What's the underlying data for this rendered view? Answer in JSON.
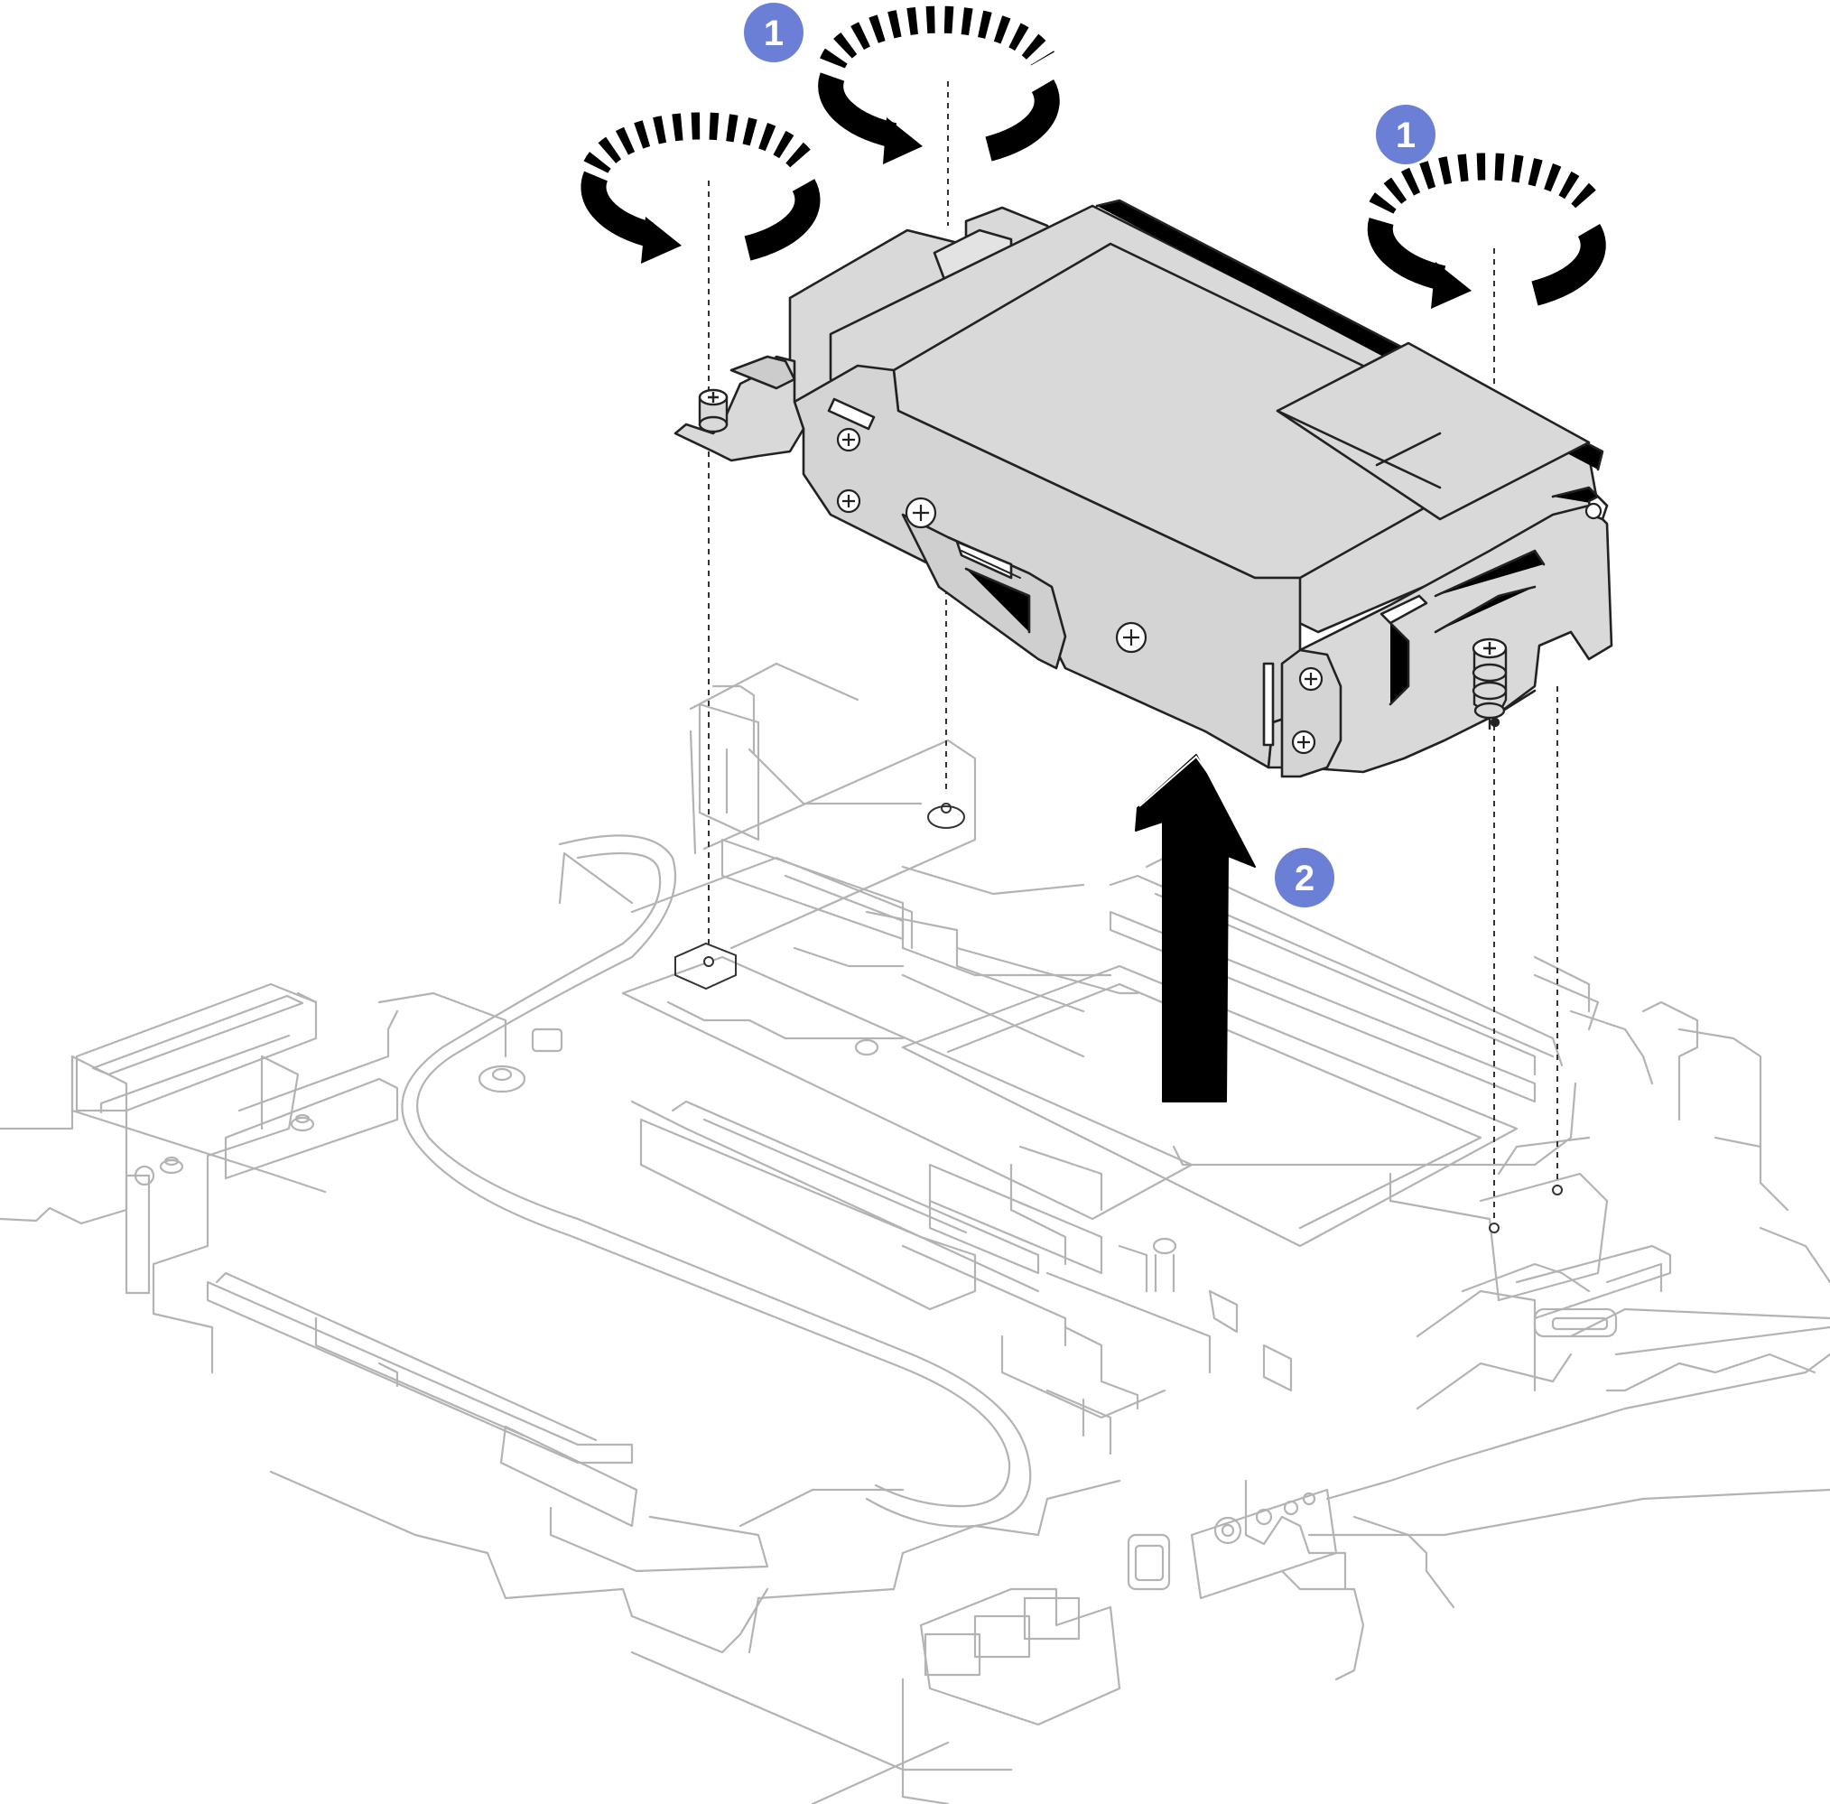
{
  "steps": [
    {
      "id": "step-1-left",
      "label": "1"
    },
    {
      "id": "step-1-right",
      "label": "1"
    },
    {
      "id": "step-2",
      "label": "2"
    }
  ],
  "colors": {
    "badge": "#6b7fd7",
    "badge_text": "#ffffff",
    "outline": "#b3b3b3",
    "part_fill": "#d9d9d9",
    "part_stroke": "#222222",
    "arrow": "#000000"
  },
  "icons": {
    "rotate": "rotate-clockwise-icon",
    "lift": "arrow-up-icon",
    "screw": "captive-screw-icon"
  }
}
